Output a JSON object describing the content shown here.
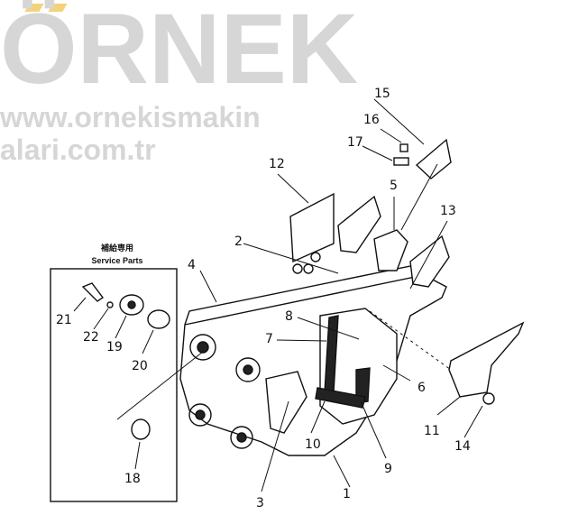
{
  "watermark": {
    "brand": "ÖRNEK",
    "url": "www.ornekismakinalari.com.tr",
    "accent_color": "#f3d27a",
    "text_color": "#d6d6d6"
  },
  "service_box": {
    "title_jp": "補給専用",
    "title_en": "Service Parts"
  },
  "callouts": [
    "1",
    "2",
    "3",
    "4",
    "5",
    "6",
    "7",
    "8",
    "9",
    "10",
    "11",
    "12",
    "13",
    "14",
    "15",
    "16",
    "17",
    "18",
    "19",
    "20",
    "21",
    "22"
  ]
}
